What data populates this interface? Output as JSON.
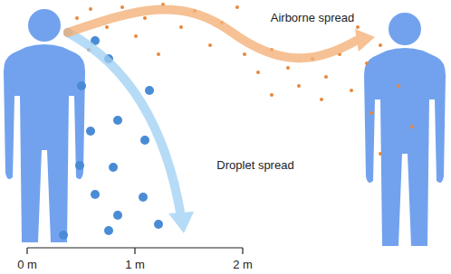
{
  "diagram": {
    "labels": [
      "Airborne spread",
      "Droplet spread",
      "0 m",
      "1 m",
      "2 m"
    ]
  }
}
